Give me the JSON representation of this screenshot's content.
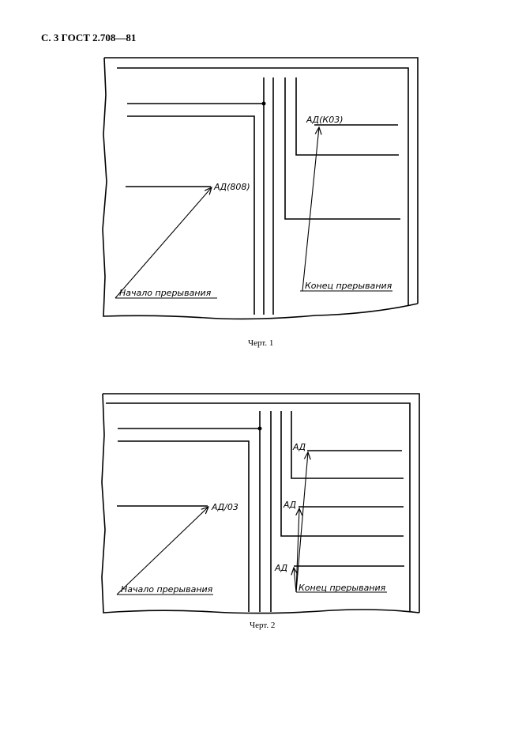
{
  "header": {
    "page_ref": "С. 3 ГОСТ 2.708—81"
  },
  "figure1": {
    "caption": "Черт. 1",
    "label_a": "АД(808)",
    "label_b": "АД(К03)",
    "start_note": "Начало прерывания",
    "end_note": "Конец прерывания"
  },
  "figure2": {
    "caption": "Черт. 2",
    "label_a": "АД/03",
    "label_b": "АД",
    "label_c": "АД",
    "label_d": "АД",
    "start_note": "Начало прерывания",
    "end_note": "Конец прерывания"
  }
}
